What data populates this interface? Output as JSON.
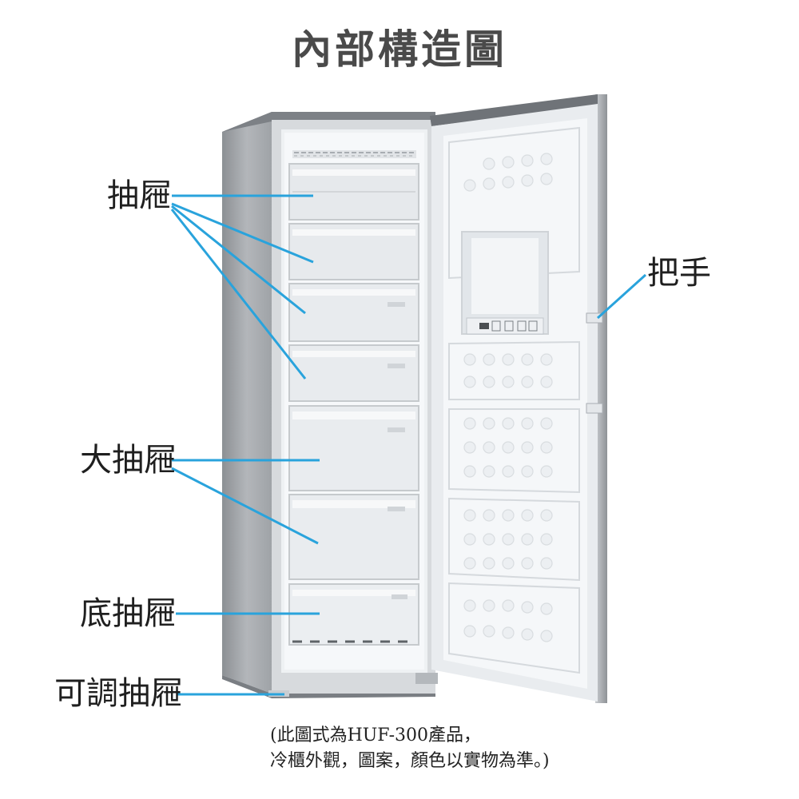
{
  "title": "內部構造圖",
  "labels": {
    "drawer": "抽屜",
    "large_drawer": "大抽屜",
    "bottom_drawer": "底抽屜",
    "adjustable_drawer": "可調抽屜",
    "handle": "把手"
  },
  "note": {
    "line1": "(此圖式為HUF-300產品，",
    "line2": "冷櫃外觀，圖案，顏色以實物為準。)"
  },
  "colors": {
    "leader_line": "#29a3dc",
    "cabinet_side": "#9a9da1",
    "interior": "#f2f4f6",
    "door_liner": "#f4f6f8"
  }
}
